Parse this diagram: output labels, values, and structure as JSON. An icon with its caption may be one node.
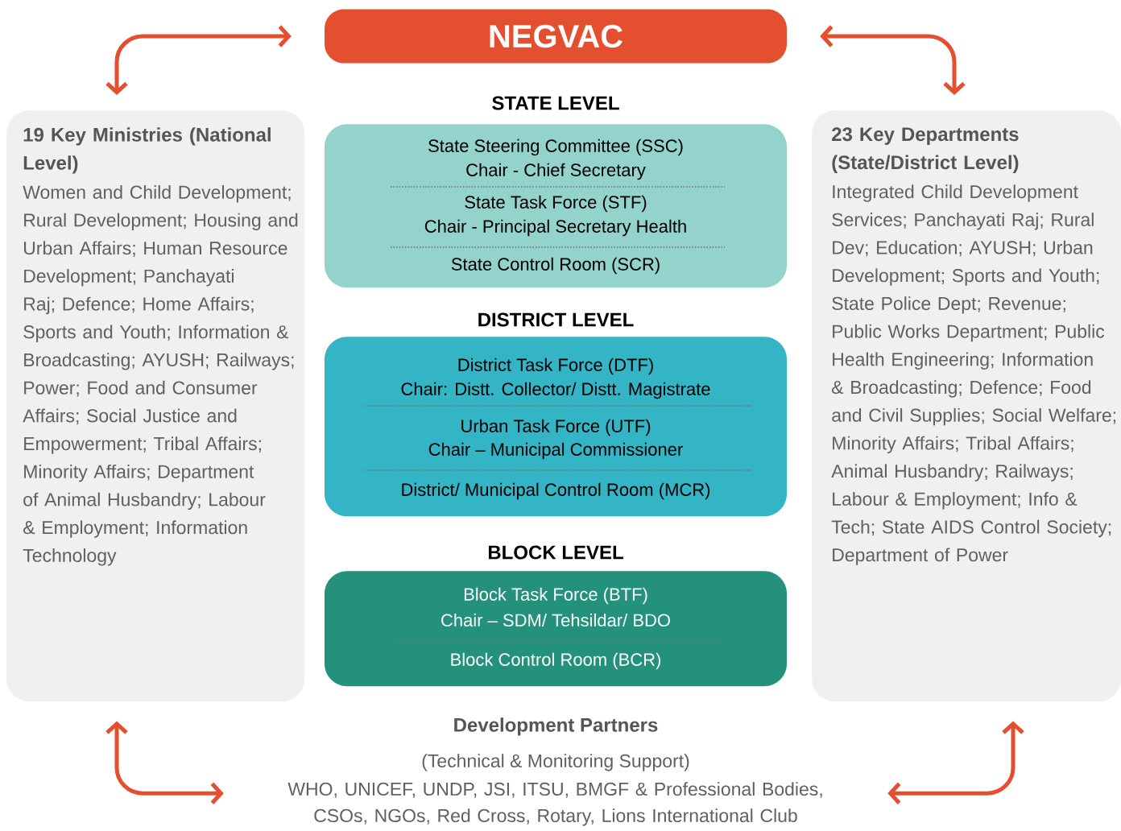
{
  "diagram": {
    "nodes": [
      {
        "text": [
          "NEGVAC"
        ]
      },
      {
        "text": [
          "19 Key Ministries (National Level)",
          "Women and Child Development; Rural Development; Housing and Urban Affairs; Human Resource Development; Panchayati Raj; Defence; Home Affairs; Sports and Youth; Information & Broadcasting; AYUSH; Railways; Power; Food and Consumer Affairs; Social Justice and Empowerment; Tribal Affairs; Minority Affairs; Department of Animal Husbandry; Labour & Employment; Information Technology"
        ]
      },
      {
        "text": [
          "23 Key Departments (State/District Level)",
          "Integrated Child Development Services; Panchayati Raj; Rural Dev; Education; AYUSH; Urban Development; Sports and Youth; State Police Dept; Revenue; Public Works Department; Public Health Engineering; Information & Broadcasting; Defence; Food and Civil Supplies; Social Welfare; Minority Affairs; Tribal Affairs; Animal Husbandry; Railways; Labour & Employment; Info & Tech; State AIDS Control Society; Department of Power"
        ]
      },
      {
        "text": [
          "STATE LEVEL",
          "State Steering Committee (SSC)",
          "Chair - Chief Secretary",
          "State Task Force (STF)",
          "Chair - Principal Secretary Health",
          "State Control Room (SCR)"
        ]
      },
      {
        "text": [
          "DISTRICT LEVEL",
          "District Task Force (DTF)",
          "Chair: Distt. Collector/ Distt. Magistrate",
          "Urban Task Force (UTF)",
          "Chair – Municipal Commissioner",
          "District/ Municipal Control Room (MCR)"
        ]
      },
      {
        "text": [
          "BLOCK LEVEL",
          "Block Task Force (BTF)",
          "Chair – SDM/ Tehsildar/ BDO",
          "Block Control Room (BCR)"
        ]
      },
      {
        "text": [
          "Development Partners",
          "(Technical & Monitoring Support)",
          "WHO, UNICEF, UNDP, JSI, ITSU, BMGF & Professional Bodies, CSOs, NGOs, Red Cross, Rotary, Lions International Club"
        ]
      }
    ],
    "edges": [
      {
        "from": 1,
        "to": 0,
        "arrow": "both"
      },
      {
        "from": 0,
        "to": 2,
        "arrow": "both"
      },
      {
        "from": 1,
        "to": 6,
        "arrow": "both"
      },
      {
        "from": 6,
        "to": 2,
        "arrow": "both"
      }
    ]
  }
}
